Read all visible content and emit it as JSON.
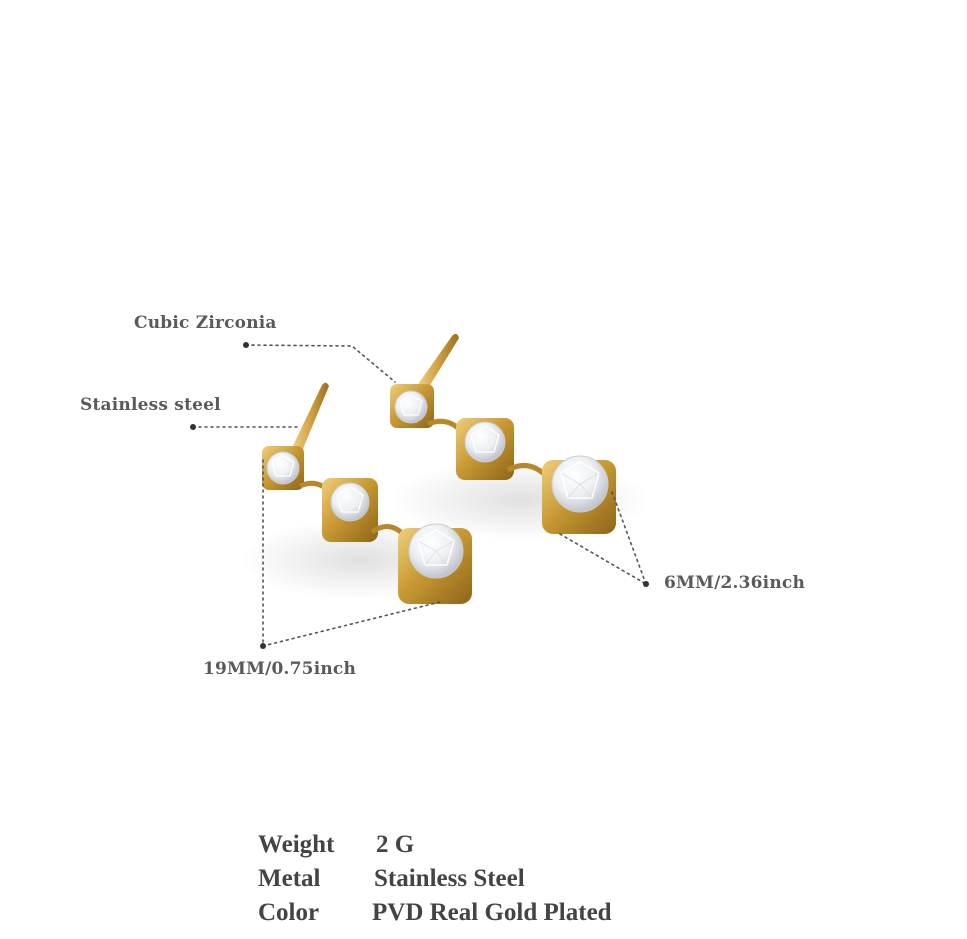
{
  "callouts": {
    "material_stone": "Cubic Zirconia",
    "material_post": "Stainless steel",
    "stone_size": "6MM/2.36inch",
    "drop_length": "19MM/0.75inch"
  },
  "specs": [
    {
      "label": "Weight",
      "value": "2 G"
    },
    {
      "label": "Metal",
      "value": "Stainless Steel"
    },
    {
      "label": "Color",
      "value": "PVD Real Gold Plated"
    }
  ],
  "colors": {
    "gold": "#c99a34",
    "gold_dark": "#9a6f1c",
    "gold_light": "#ecc873",
    "stone": "#f3f4f6",
    "text": "#444444",
    "leader": "#555555"
  }
}
